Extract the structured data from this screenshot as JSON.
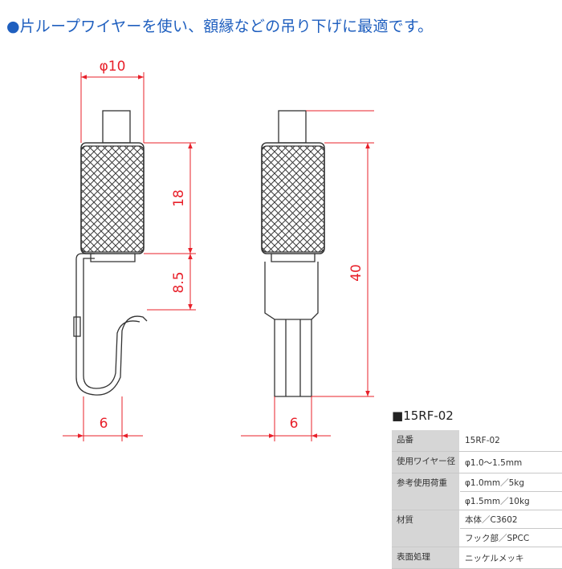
{
  "headline": {
    "bullet": "●",
    "text": "片ループワイヤーを使い、額縁などの吊り下げに最適です。"
  },
  "dimensions": {
    "diameter": "φ10",
    "length_18": "18",
    "length_8_5": "8.5",
    "length_40": "40",
    "width_hook": "6",
    "width_side": "6"
  },
  "spec": {
    "title_square": "■",
    "title": "15RF-02",
    "rows": [
      {
        "key": "品番",
        "value": "15RF-02"
      },
      {
        "key": "使用ワイヤー径",
        "value": "φ1.0〜1.5mm"
      },
      {
        "key": "参考使用荷重",
        "value": "φ1.0mm／5kg"
      },
      {
        "key": "",
        "value": "φ1.5mm／10kg"
      },
      {
        "key": "材質",
        "value": "本体／C3602"
      },
      {
        "key": "",
        "value": "フック部／SPCC"
      },
      {
        "key": "表面処理",
        "value": "ニッケルメッキ"
      }
    ]
  },
  "colors": {
    "headline": "#1f5fbf",
    "dimension": "#e8202a",
    "outline": "#333333",
    "table_key_bg": "#d6d6d6"
  }
}
